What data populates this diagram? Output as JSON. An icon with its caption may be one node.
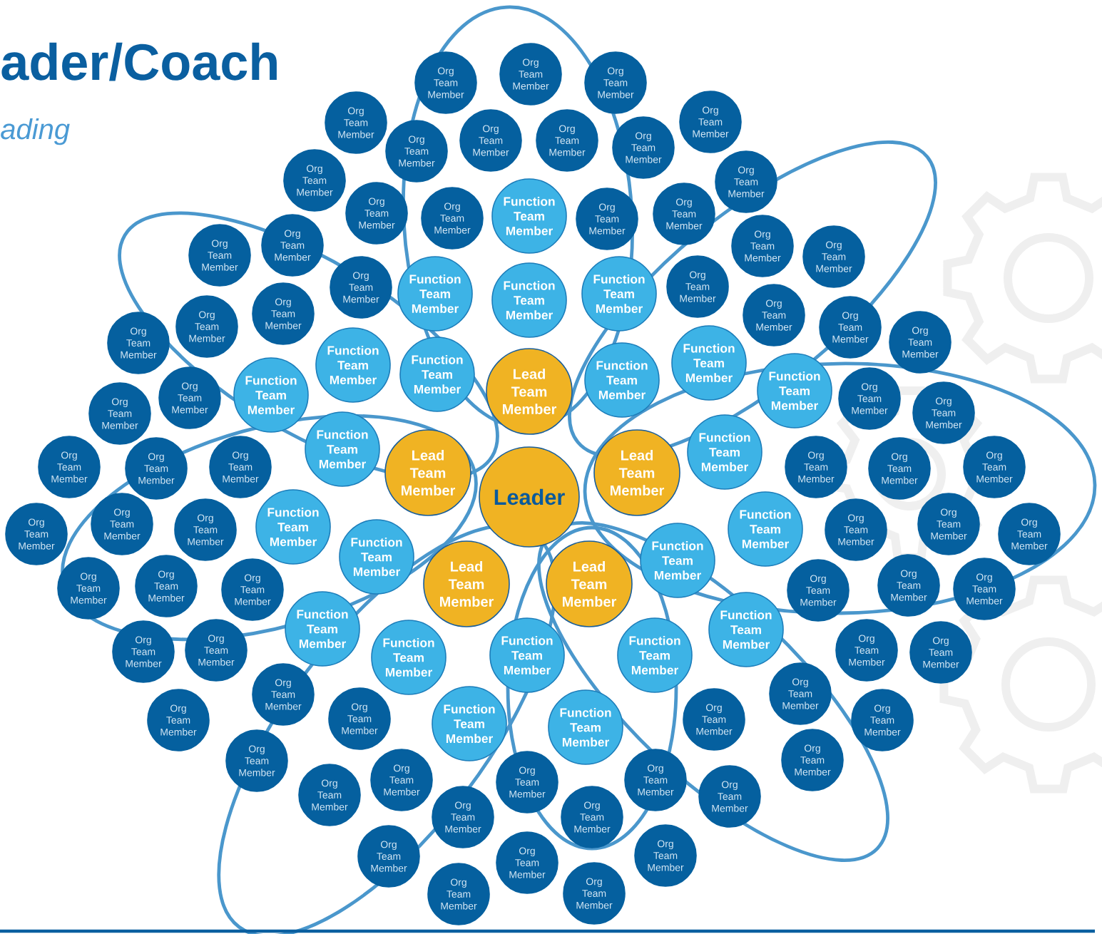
{
  "diagram": {
    "title": "ader/Coach",
    "labels": [
      "ading"
    ],
    "nodes": [
      {
        "text": [
          "Org Team Member"
        ]
      },
      {
        "text": [
          "Org Team Member"
        ]
      },
      {
        "text": [
          "Org Team Member"
        ]
      },
      {
        "text": [
          "Org Team Member"
        ]
      },
      {
        "text": [
          "Org Team Member"
        ]
      },
      {
        "text": [
          "Org Team Member"
        ]
      },
      {
        "text": [
          "Org Team Member"
        ]
      },
      {
        "text": [
          "Org Team Member"
        ]
      },
      {
        "text": [
          "Org Team Member"
        ]
      },
      {
        "text": [
          "Org Team Member"
        ]
      },
      {
        "text": [
          "Org Team Member"
        ]
      },
      {
        "text": [
          "Org Team Member"
        ]
      },
      {
        "text": [
          "Org Team Member"
        ]
      },
      {
        "text": [
          "Function Team Member"
        ]
      },
      {
        "text": [
          "Org Team Member"
        ]
      },
      {
        "text": [
          "Org Team Member"
        ]
      },
      {
        "text": [
          "Org Team Member"
        ]
      },
      {
        "text": [
          "Org Team Member"
        ]
      },
      {
        "text": [
          "Org Team Member"
        ]
      },
      {
        "text": [
          "Org Team Member"
        ]
      },
      {
        "text": [
          "Org Team Member"
        ]
      },
      {
        "text": [
          "Org Team Member"
        ]
      },
      {
        "text": [
          "Function Team Member"
        ]
      },
      {
        "text": [
          "Function Team Member"
        ]
      },
      {
        "text": [
          "Function Team Member"
        ]
      },
      {
        "text": [
          "Org Team Member"
        ]
      },
      {
        "text": [
          "Org Team Member"
        ]
      },
      {
        "text": [
          "Org Team Member"
        ]
      },
      {
        "text": [
          "Org Team Member"
        ]
      },
      {
        "text": [
          "Org Team Member"
        ]
      },
      {
        "text": [
          "Org Team Member"
        ]
      },
      {
        "text": [
          "Function Team Member"
        ]
      },
      {
        "text": [
          "Function Team Member"
        ]
      },
      {
        "text": [
          "Function Team Member"
        ]
      },
      {
        "text": [
          "Function Team Member"
        ]
      },
      {
        "text": [
          "Function Team Member"
        ]
      },
      {
        "text": [
          "Lead Team Member"
        ]
      },
      {
        "text": [
          "Function Team Member"
        ]
      },
      {
        "text": [
          "Org Team Member"
        ]
      },
      {
        "text": [
          "Org Team Member"
        ]
      },
      {
        "text": [
          "Org Team Member"
        ]
      },
      {
        "text": [
          "Org Team Member"
        ]
      },
      {
        "text": [
          "Function Team Member"
        ]
      },
      {
        "text": [
          "Function Team Member"
        ]
      },
      {
        "text": [
          "Org Team Member"
        ]
      },
      {
        "text": [
          "Org Team Member"
        ]
      },
      {
        "text": [
          "Org Team Member"
        ]
      },
      {
        "text": [
          "Org Team Member"
        ]
      },
      {
        "text": [
          "Org Team Member"
        ]
      },
      {
        "text": [
          "Org Team Member"
        ]
      },
      {
        "text": [
          "Lead Team Member"
        ]
      },
      {
        "text": [
          "Lead Team Member"
        ]
      },
      {
        "text": [
          "Leader"
        ]
      },
      {
        "text": [
          "Org Team Member"
        ]
      },
      {
        "text": [
          "Org Team Member"
        ]
      },
      {
        "text": [
          "Function Team Member"
        ]
      },
      {
        "text": [
          "Function Team Member"
        ]
      },
      {
        "text": [
          "Org Team Member"
        ]
      },
      {
        "text": [
          "Org Team Member"
        ]
      },
      {
        "text": [
          "Org Team Member"
        ]
      },
      {
        "text": [
          "Org Team Member"
        ]
      },
      {
        "text": [
          "Function Team Member"
        ]
      },
      {
        "text": [
          "Function Team Member"
        ]
      },
      {
        "text": [
          "Lead Team Member"
        ]
      },
      {
        "text": [
          "Lead Team Member"
        ]
      },
      {
        "text": [
          "Org Team Member"
        ]
      },
      {
        "text": [
          "Org Team Member"
        ]
      },
      {
        "text": [
          "Org Team Member"
        ]
      },
      {
        "text": [
          "Org Team Member"
        ]
      },
      {
        "text": [
          "Org Team Member"
        ]
      },
      {
        "text": [
          "Org Team Member"
        ]
      },
      {
        "text": [
          "Function Team Member"
        ]
      },
      {
        "text": [
          "Function Team Member"
        ]
      },
      {
        "text": [
          "Org Team Member"
        ]
      },
      {
        "text": [
          "Org Team Member"
        ]
      },
      {
        "text": [
          "Org Team Member"
        ]
      },
      {
        "text": [
          "Org Team Member"
        ]
      },
      {
        "text": [
          "Function Team Member"
        ]
      },
      {
        "text": [
          "Function Team Member"
        ]
      },
      {
        "text": [
          "Function Team Member"
        ]
      },
      {
        "text": [
          "Org Team Member"
        ]
      },
      {
        "text": [
          "Org Team Member"
        ]
      },
      {
        "text": [
          "Org Team Member"
        ]
      },
      {
        "text": [
          "Org Team Member"
        ]
      },
      {
        "text": [
          "Org Team Member"
        ]
      },
      {
        "text": [
          "Org Team Member"
        ]
      },
      {
        "text": [
          "Function Team Member"
        ]
      },
      {
        "text": [
          "Function Team Member"
        ]
      },
      {
        "text": [
          "Org Team Member"
        ]
      },
      {
        "text": [
          "Org Team Member"
        ]
      },
      {
        "text": [
          "Org Team Member"
        ]
      },
      {
        "text": [
          "Org Team Member"
        ]
      },
      {
        "text": [
          "Org Team Member"
        ]
      },
      {
        "text": [
          "Org Team Member"
        ]
      },
      {
        "text": [
          "Org Team Member"
        ]
      },
      {
        "text": [
          "Org Team Member"
        ]
      },
      {
        "text": [
          "Org Team Member"
        ]
      },
      {
        "text": [
          "Org Team Member"
        ]
      },
      {
        "text": [
          "Org Team Member"
        ]
      },
      {
        "text": [
          "Org Team Member"
        ]
      },
      {
        "text": [
          "Org Team Member"
        ]
      },
      {
        "text": [
          "Org Team Member"
        ]
      }
    ]
  }
}
